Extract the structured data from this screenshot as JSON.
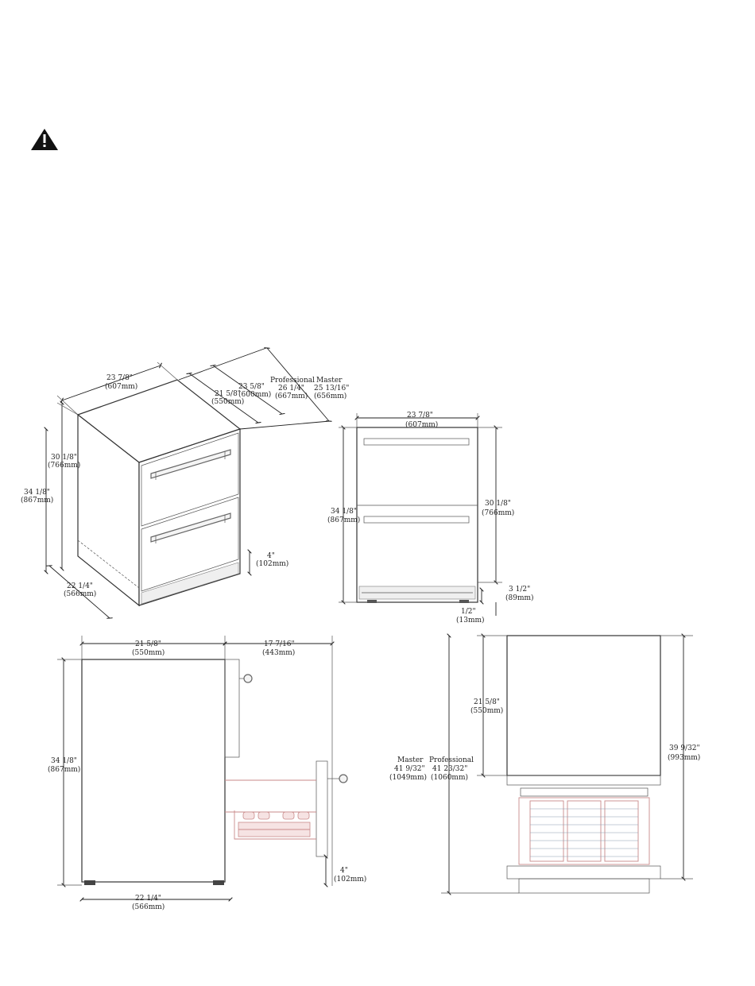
{
  "warning_icon": "warning-triangle-icon",
  "iso_view": {
    "width": {
      "in": "23 7/8\"",
      "mm": "(607mm)"
    },
    "depth_a": {
      "in": "21 5/8\"",
      "mm": "(550mm)"
    },
    "depth_b": {
      "in": "23 5/8\"",
      "mm": "(600mm)"
    },
    "depth_prof": {
      "label": "Professional",
      "in": "26 1/4\"",
      "mm": "(667mm)"
    },
    "depth_master": {
      "label": "Master",
      "in": "25 13/16\"",
      "mm": "(656mm)"
    },
    "h_cabinet": {
      "in": "30 1/8\"",
      "mm": "(766mm)"
    },
    "h_total": {
      "in": "34 1/8\"",
      "mm": "(867mm)"
    },
    "toe": {
      "in": "4\"",
      "mm": "(102mm)"
    },
    "bottom_depth": {
      "in": "22 1/4\"",
      "mm": "(566mm)"
    }
  },
  "front_view": {
    "width": {
      "in": "23 7/8\"",
      "mm": "(607mm)"
    },
    "h_total": {
      "in": "34 1/8\"",
      "mm": "(867mm)"
    },
    "h_cabinet": {
      "in": "30 1/8\"",
      "mm": "(766mm)"
    },
    "kick": {
      "in": "3 1/2\"",
      "mm": "(89mm)"
    },
    "leg": {
      "in": "1/2\"",
      "mm": "(13mm)"
    }
  },
  "side_view": {
    "depth": {
      "in": "21 5/8\"",
      "mm": "(550mm)"
    },
    "drawer_ext": {
      "in": "17 7/16\"",
      "mm": "(443mm)"
    },
    "height": {
      "in": "34 1/8\"",
      "mm": "(867mm)"
    },
    "toe": {
      "in": "4\"",
      "mm": "(102mm)"
    },
    "bottom": {
      "in": "22 1/4\"",
      "mm": "(566mm)"
    }
  },
  "top_view": {
    "depth": {
      "in": "21 5/8\"",
      "mm": "(550mm)"
    },
    "master": {
      "label": "Master",
      "in": "41 9/32\"",
      "mm": "(1049mm)"
    },
    "professional": {
      "label": "Professional",
      "in": "41 23/32\"",
      "mm": "(1060mm)"
    },
    "open": {
      "in": "39 9/32\"",
      "mm": "(993mm)"
    }
  }
}
